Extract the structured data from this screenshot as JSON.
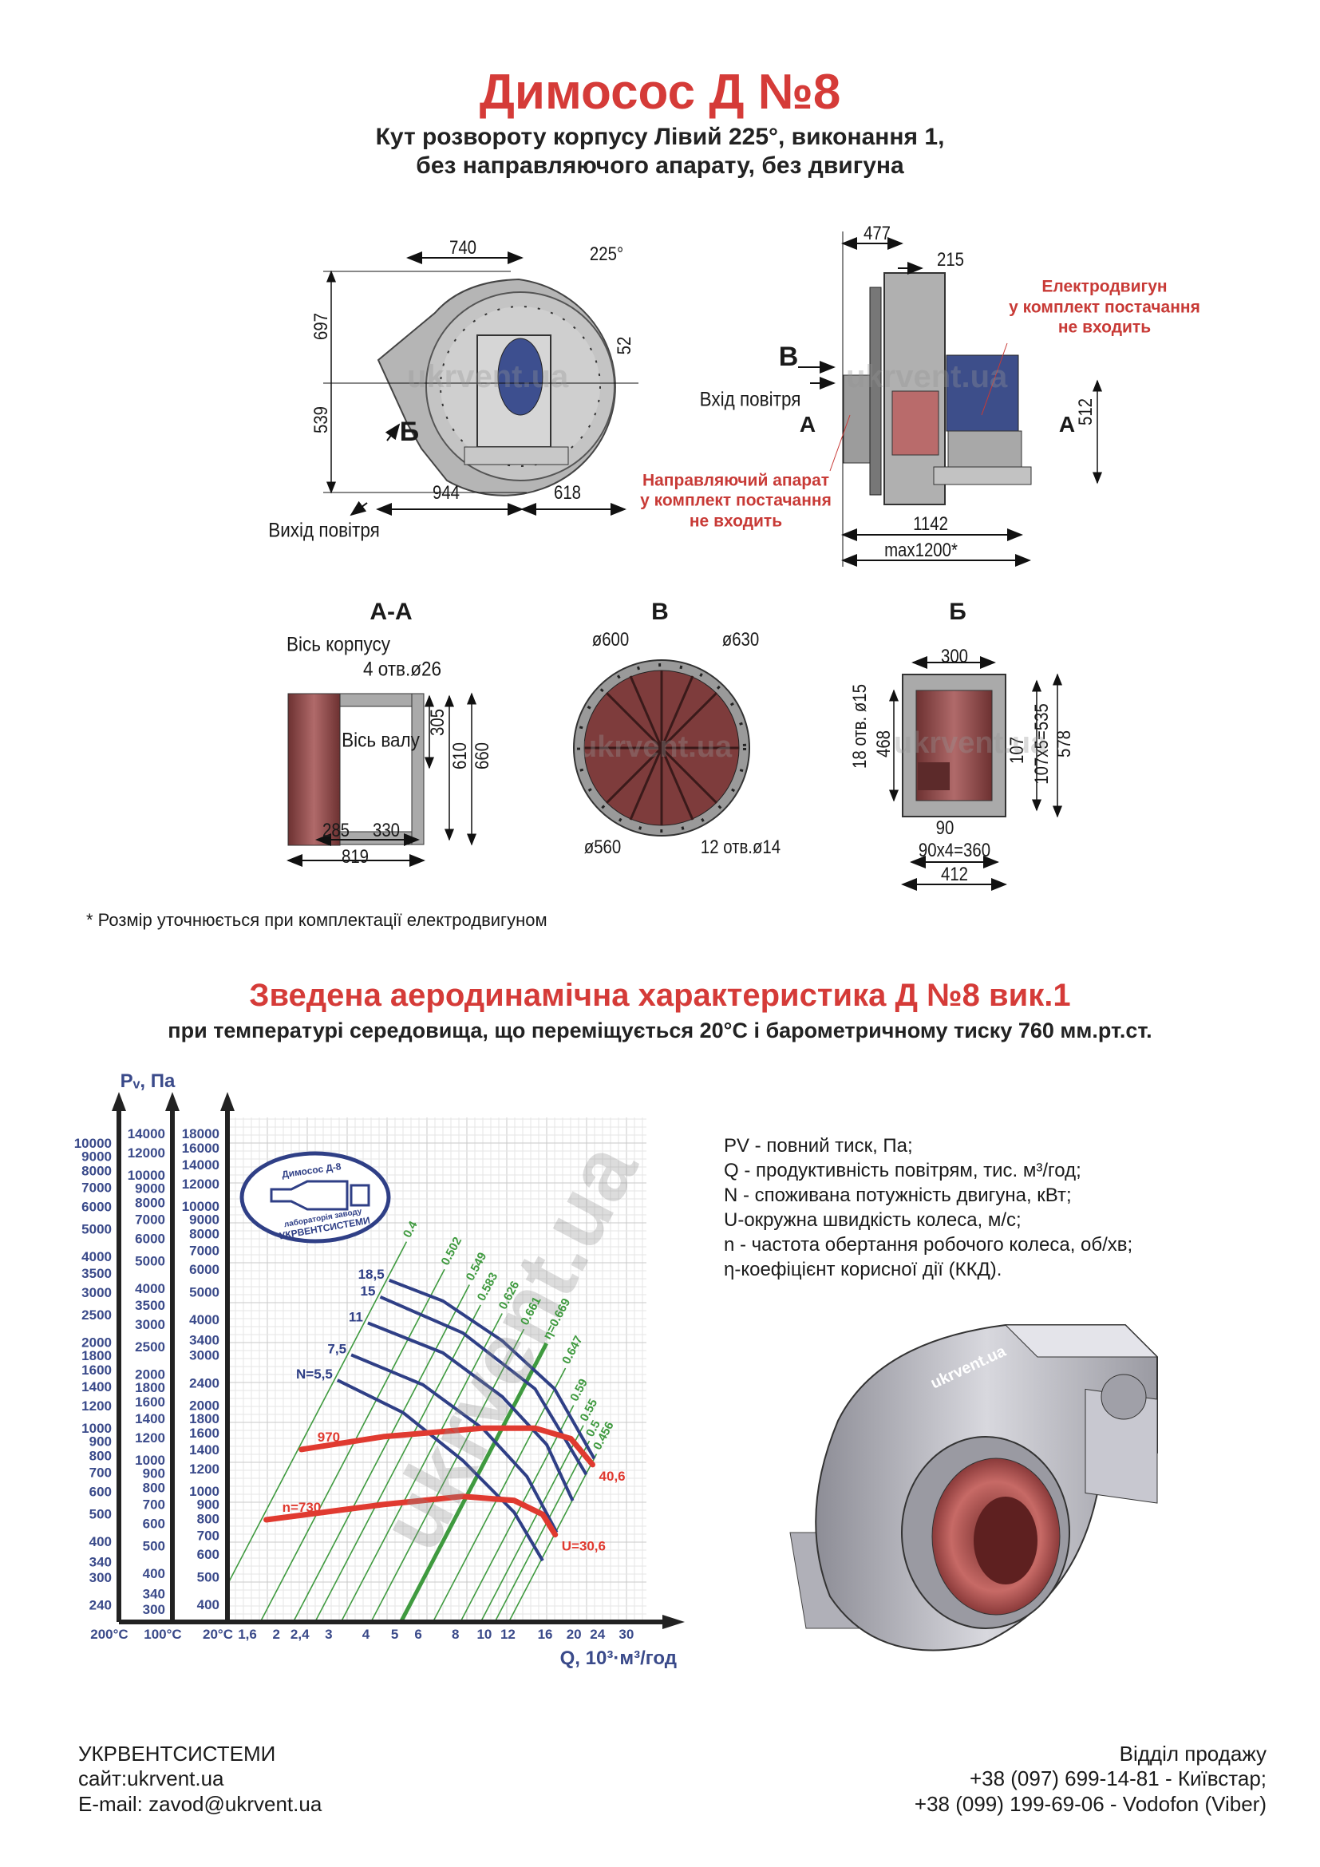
{
  "header": {
    "title": "Димосос  Д №8",
    "subtitle_line1": "Кут розвороту корпусу Лівий 225°, виконання 1,",
    "subtitle_line2": "без направляючого апарату, без двигуна"
  },
  "watermark": "ukrvent.ua",
  "front_view": {
    "dim_width_top": "740",
    "angle": "225°",
    "dim_height_upper": "697",
    "dim_height_lower": "539",
    "dim_offset": "52",
    "view_label": "Б",
    "dim_left": "944",
    "dim_right": "618",
    "air_outlet": "Вихід повітря"
  },
  "side_view": {
    "dim_477": "477",
    "dim_215": "215",
    "motor_note": [
      "Електродвигун",
      "у комплект постачання",
      "не входить"
    ],
    "view_label": "В",
    "air_inlet": "Вхід повітря",
    "section_left": "А",
    "section_right": "А",
    "dim_512": "512",
    "guide_note": [
      "Направляючий апарат",
      "у комплект постачання",
      "не входить"
    ],
    "dim_1142": "1142",
    "dim_max": "max1200*"
  },
  "section_aa": {
    "title": "А-А",
    "housing_axis": "Вісь корпусу",
    "holes": "4 отв.ø26",
    "shaft_axis": "Вісь валу",
    "dim_305": "305",
    "dim_610": "610",
    "dim_660": "660",
    "dim_285": "285",
    "dim_330": "330",
    "dim_819": "819"
  },
  "section_v": {
    "title": "В",
    "d600": "ø600",
    "d630": "ø630",
    "d560": "ø560",
    "holes": "12 отв.ø14"
  },
  "section_b": {
    "title": "Б",
    "dim_300": "300",
    "holes": "18 отв. ø15",
    "dim_468": "468",
    "dim_107": "107",
    "dim_535": "107x5=535",
    "dim_578": "578",
    "dim_90": "90",
    "dim_360": "90x4=360",
    "dim_412": "412"
  },
  "footnote": "* Розмір уточнюється при комплектації електродвигуном",
  "chart_section": {
    "title": "Зведена аеродинамічна характеристика Д №8 вик.1",
    "subtitle": "при температурі середовища, що переміщується 20°С і барометричному тиску 760 мм.рт.ст."
  },
  "legend": [
    "PV - повний тиск, Па;",
    "Q - продуктивність повітрям, тис. м³/год;",
    "N - споживана потужність двигуна, кВт;",
    "U-окружна швидкість колеса, м/с;",
    "n - частота обертання робочого колеса, об/хв;",
    "η-коефіцієнт корисної дії (ККД)."
  ],
  "logo": {
    "top": "Димосос Д-8",
    "middle": "лабораторія заводу",
    "bottom": "УКРВЕНТСИСТЕМИ"
  },
  "footer": {
    "company": "УКРВЕНТСИСТЕМИ",
    "site": "сайт:ukrvent.ua",
    "email": "E-mail: zavod@ukrvent.ua",
    "sales": "Відділ продажу",
    "phone1": "+38 (097) 699-14-81 - Київстар;",
    "phone2": "+38 (099) 199-69-06 - Vodofon (Viber)"
  },
  "colors": {
    "accent_red": "#d53b38",
    "power_blue": "#2f3f86",
    "efficiency_green": "#3f9a3f",
    "speed_red": "#e03a30",
    "axis_text": "#3a4a8a"
  },
  "chart_data": {
    "type": "line",
    "xscale": "log",
    "yscale": "log",
    "ylabel": "Pᵥ, Па",
    "xlabel": "Q, 10³·м³/год",
    "xlim": [
      1.37,
      35
    ],
    "ylim": [
      348,
      20500
    ],
    "x_ticks": [
      {
        "v": 1.6,
        "label": "1,6"
      },
      {
        "v": 2,
        "label": "2"
      },
      {
        "v": 2.4,
        "label": "2,4"
      },
      {
        "v": 3,
        "label": "3"
      },
      {
        "v": 4,
        "label": "4"
      },
      {
        "v": 5,
        "label": "5"
      },
      {
        "v": 6,
        "label": "6"
      },
      {
        "v": 8,
        "label": "8"
      },
      {
        "v": 10,
        "label": "10"
      },
      {
        "v": 12,
        "label": "12"
      },
      {
        "v": 16,
        "label": "16"
      },
      {
        "v": 20,
        "label": "20"
      },
      {
        "v": 24,
        "label": "24"
      },
      {
        "v": 30,
        "label": "30"
      }
    ],
    "y_axes": [
      {
        "label": "200°C",
        "density_ratio": 0.601,
        "ticks": [
          10000,
          9000,
          8000,
          7000,
          6000,
          5000,
          4000,
          3500,
          3000,
          2500,
          2000,
          1800,
          1600,
          1400,
          1200,
          1000,
          900,
          800,
          700,
          600,
          500,
          400,
          340,
          300,
          240
        ]
      },
      {
        "label": "100°C",
        "density_ratio": 0.778,
        "ticks": [
          14000,
          12000,
          10000,
          9000,
          8000,
          7000,
          6000,
          5000,
          4000,
          3500,
          3000,
          2500,
          2000,
          1800,
          1600,
          1400,
          1200,
          1000,
          900,
          800,
          700,
          600,
          500,
          400,
          340,
          300
        ]
      },
      {
        "label": "20°C",
        "density_ratio": 1.0,
        "ticks": [
          18000,
          16000,
          14000,
          12000,
          10000,
          9000,
          8000,
          7000,
          6000,
          5000,
          4000,
          3400,
          3000,
          2400,
          2000,
          1800,
          1600,
          1400,
          1200,
          1000,
          900,
          800,
          700,
          600,
          500,
          400
        ]
      }
    ],
    "power_curves": [
      {
        "label": "18,5",
        "N": 18.5,
        "points": [
          [
            4.79,
            5495
          ],
          [
            7.26,
            4645
          ],
          [
            11.5,
            3365
          ],
          [
            17.2,
            2285
          ],
          [
            23.4,
            1300
          ]
        ]
      },
      {
        "label": "15",
        "N": 15,
        "points": [
          [
            4.47,
            4800
          ],
          [
            8.47,
            3590
          ],
          [
            14.8,
            2285
          ],
          [
            22.0,
            1143
          ]
        ]
      },
      {
        "label": "11",
        "N": 11,
        "points": [
          [
            4.06,
            3890
          ],
          [
            7.26,
            3055
          ],
          [
            11.5,
            2143
          ],
          [
            16.2,
            1455
          ],
          [
            19.8,
            925
          ]
        ]
      },
      {
        "label": "7,5",
        "N": 7.5,
        "points": [
          [
            3.57,
            3005
          ],
          [
            6.22,
            2360
          ],
          [
            9.89,
            1655
          ],
          [
            13.9,
            1125
          ],
          [
            17.5,
            716
          ]
        ]
      },
      {
        "label": "N=5,5",
        "N": 5.5,
        "points": [
          [
            3.21,
            2450
          ],
          [
            5.33,
            1885
          ],
          [
            8.47,
            1280
          ],
          [
            12.6,
            842
          ],
          [
            15.7,
            570
          ]
        ]
      }
    ],
    "speed_curves": [
      {
        "label": "970",
        "n": 970,
        "end_label": "40,6",
        "points": [
          [
            2.43,
            1400
          ],
          [
            4.57,
            1552
          ],
          [
            9.89,
            1663
          ],
          [
            14.8,
            1663
          ],
          [
            19.5,
            1528
          ],
          [
            23.1,
            1238
          ]
        ]
      },
      {
        "label": "n=730",
        "n": 730,
        "end_label": "U=30,6",
        "points": [
          [
            1.85,
            793
          ],
          [
            4.57,
            897
          ],
          [
            8.47,
            958
          ],
          [
            12.6,
            927
          ],
          [
            15.7,
            828
          ],
          [
            17.3,
            703
          ]
        ]
      }
    ],
    "efficiency_lines": [
      {
        "label": "0.4",
        "q_at_1000pa": 2.0,
        "p_top": 7500
      },
      {
        "label": "0.502",
        "q_at_1000pa": 3.0,
        "p_top": 6000
      },
      {
        "label": "0.549",
        "q_at_1000pa": 3.87,
        "p_top": 5300
      },
      {
        "label": "0.583",
        "q_at_1000pa": 4.58,
        "p_top": 4500
      },
      {
        "label": "0.626",
        "q_at_1000pa": 5.6,
        "p_top": 4200
      },
      {
        "label": "0.661",
        "q_at_1000pa": 7.06,
        "p_top": 3700
      },
      {
        "label": "η=0.669",
        "q_at_1000pa": 8.9,
        "p_top": 3300,
        "bold": true
      },
      {
        "label": "0.647",
        "q_at_1000pa": 11.4,
        "p_top": 2700
      },
      {
        "label": "0.59",
        "q_at_1000pa": 14.1,
        "p_top": 2000
      },
      {
        "label": "0.55",
        "q_at_1000pa": 16.5,
        "p_top": 1700
      },
      {
        "label": "0.5",
        "q_at_1000pa": 18.4,
        "p_top": 1500
      },
      {
        "label": "0.456",
        "q_at_1000pa": 20.5,
        "p_top": 1350
      }
    ],
    "grid": true
  }
}
